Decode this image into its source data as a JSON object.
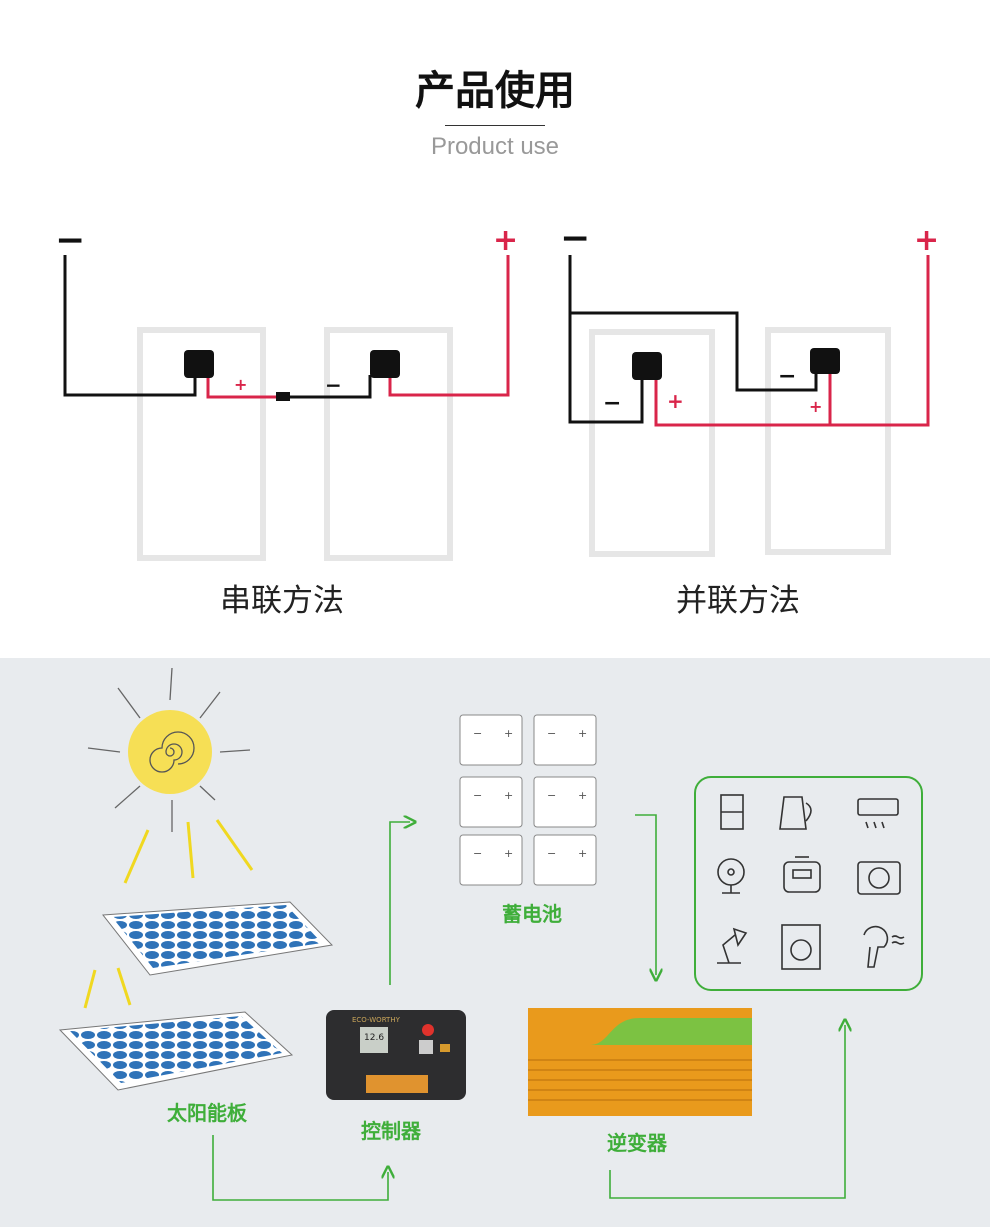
{
  "header": {
    "title": "产品使用",
    "subtitle": "Product use"
  },
  "wiring": {
    "series_label": "串联方法",
    "parallel_label": "并联方法",
    "minus": "−",
    "plus": "+"
  },
  "system": {
    "solar_panel_label": "太阳能板",
    "controller_label": "控制器",
    "controller_brand": "ECO-WORTHY",
    "controller_display": "12.6",
    "battery_label": "蓄电池",
    "inverter_label": "逆变器",
    "battery_minus": "−",
    "battery_plus": "+",
    "appliances": [
      "fridge-icon",
      "kettle-icon",
      "air-conditioner-icon",
      "fan-icon",
      "rice-cooker-icon",
      "camera-icon",
      "desk-lamp-icon",
      "washing-machine-icon",
      "hair-dryer-icon"
    ]
  },
  "colors": {
    "accent_green": "#3fae3a",
    "wire_red": "#d9254a",
    "panel_bg": "#e8ebee"
  }
}
